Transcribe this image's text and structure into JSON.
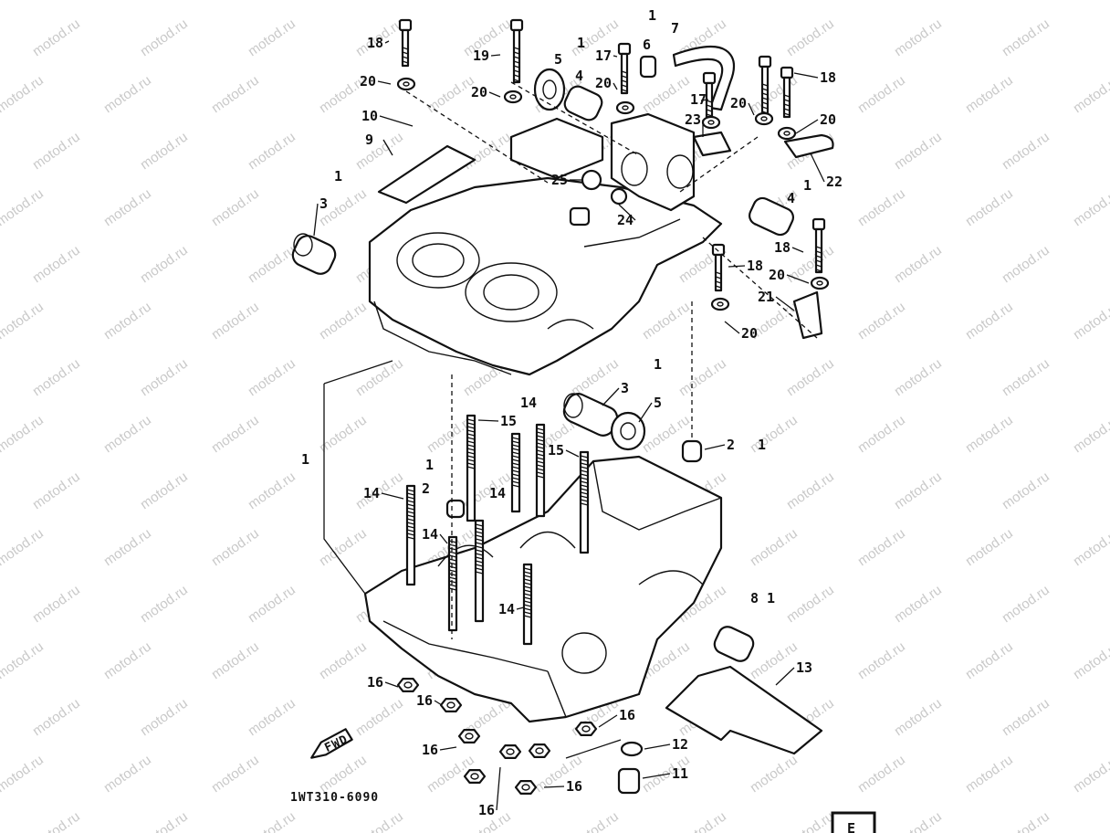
{
  "watermark": {
    "text": "motod.ru",
    "color": "#c9c9c9"
  },
  "diagram": {
    "ref_code": "1WT310-6090",
    "fwd_label": "FWD",
    "corner_label": "E",
    "callouts": [
      {
        "id": "c18a",
        "text": "18"
      },
      {
        "id": "c19",
        "text": "19"
      },
      {
        "id": "c1a",
        "text": "1"
      },
      {
        "id": "c5a",
        "text": "5"
      },
      {
        "id": "c4a",
        "text": "4"
      },
      {
        "id": "c17a",
        "text": "17"
      },
      {
        "id": "c6",
        "text": "6"
      },
      {
        "id": "c1b",
        "text": "1"
      },
      {
        "id": "c7",
        "text": "7"
      },
      {
        "id": "c18b",
        "text": "18"
      },
      {
        "id": "c20a",
        "text": "20"
      },
      {
        "id": "c20b",
        "text": "20"
      },
      {
        "id": "c20c",
        "text": "20"
      },
      {
        "id": "c17b",
        "text": "17"
      },
      {
        "id": "c20d",
        "text": "20"
      },
      {
        "id": "c20e",
        "text": "20"
      },
      {
        "id": "c10",
        "text": "10"
      },
      {
        "id": "c23",
        "text": "23"
      },
      {
        "id": "c9",
        "text": "9"
      },
      {
        "id": "c22",
        "text": "22"
      },
      {
        "id": "c25",
        "text": "25"
      },
      {
        "id": "c1c",
        "text": "1"
      },
      {
        "id": "c3a",
        "text": "3"
      },
      {
        "id": "c1d",
        "text": "1"
      },
      {
        "id": "c4b",
        "text": "4"
      },
      {
        "id": "c24",
        "text": "24"
      },
      {
        "id": "c18c",
        "text": "18"
      },
      {
        "id": "c18d",
        "text": "18"
      },
      {
        "id": "c20f",
        "text": "20"
      },
      {
        "id": "c21",
        "text": "21"
      },
      {
        "id": "c20g",
        "text": "20"
      },
      {
        "id": "c1e",
        "text": "1"
      },
      {
        "id": "c3b",
        "text": "3"
      },
      {
        "id": "c5b",
        "text": "5"
      },
      {
        "id": "c14a",
        "text": "14"
      },
      {
        "id": "c15a",
        "text": "15"
      },
      {
        "id": "c15b",
        "text": "15"
      },
      {
        "id": "c2a",
        "text": "2"
      },
      {
        "id": "c1f",
        "text": "1"
      },
      {
        "id": "c1g",
        "text": "1"
      },
      {
        "id": "c1h",
        "text": "1"
      },
      {
        "id": "c2b",
        "text": "2"
      },
      {
        "id": "c14b",
        "text": "14"
      },
      {
        "id": "c14c",
        "text": "14"
      },
      {
        "id": "c14d",
        "text": "14"
      },
      {
        "id": "c14e",
        "text": "14"
      },
      {
        "id": "c8",
        "text": "8"
      },
      {
        "id": "c1i",
        "text": "1"
      },
      {
        "id": "c13",
        "text": "13"
      },
      {
        "id": "c16a",
        "text": "16"
      },
      {
        "id": "c16b",
        "text": "16"
      },
      {
        "id": "c16c",
        "text": "16"
      },
      {
        "id": "c12",
        "text": "12"
      },
      {
        "id": "c16d",
        "text": "16"
      },
      {
        "id": "c11",
        "text": "11"
      },
      {
        "id": "c16e",
        "text": "16"
      },
      {
        "id": "c16f",
        "text": "16"
      }
    ]
  }
}
